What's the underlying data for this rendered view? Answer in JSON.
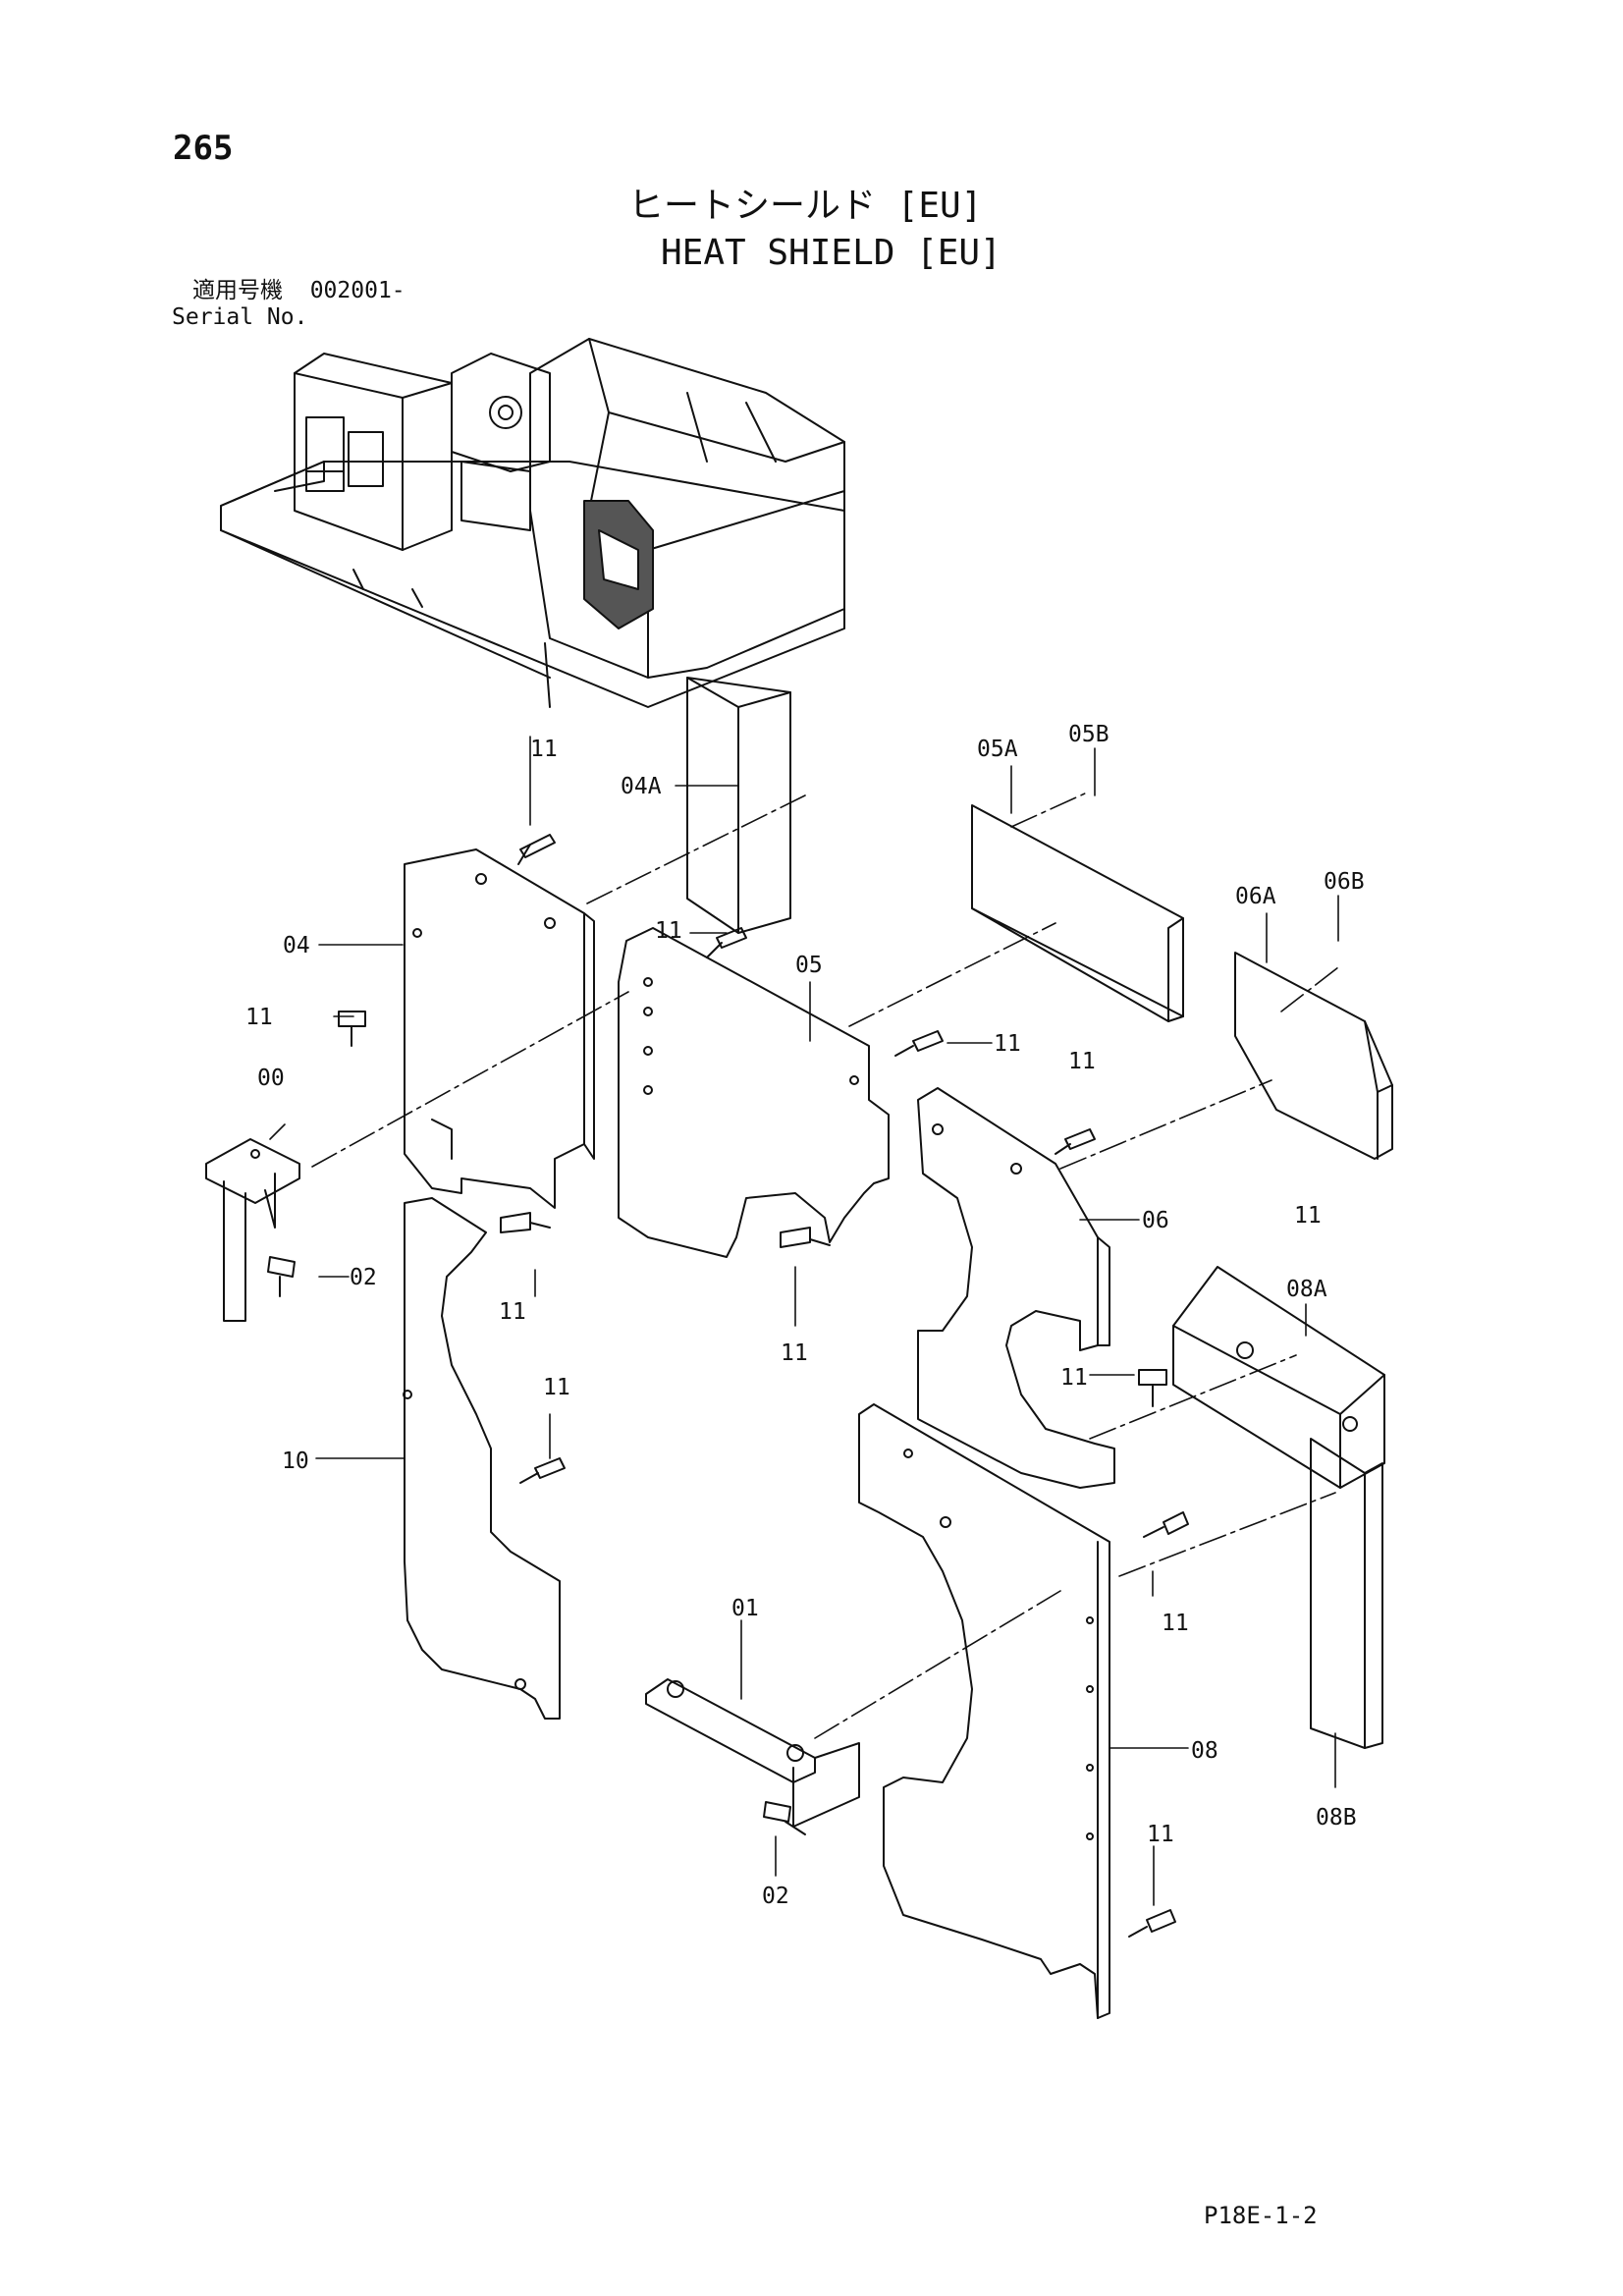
{
  "page_number": "265",
  "title_ja": "ヒートシールド [EU]",
  "title_en": "HEAT SHIELD [EU]",
  "serial_label_ja": "適用号機",
  "serial_value": "002001-",
  "serial_label_en": "Serial No.",
  "page_code": "P18E-1-2",
  "callouts": {
    "c04A": "04A",
    "c05A": "05A",
    "c05B": "05B",
    "c06A": "06A",
    "c06B": "06B",
    "c04": "04",
    "c05": "05",
    "c06": "06",
    "c00": "00",
    "c01": "01",
    "c02a": "02",
    "c02b": "02",
    "c08": "08",
    "c08A": "08A",
    "c08B": "08B",
    "c10": "10",
    "c11a": "11",
    "c11b": "11",
    "c11c": "11",
    "c11d": "11",
    "c11e": "11",
    "c11f": "11",
    "c11g": "11",
    "c11h": "11",
    "c11i": "11",
    "c11j": "11",
    "c11k": "11",
    "c11l": "11"
  }
}
